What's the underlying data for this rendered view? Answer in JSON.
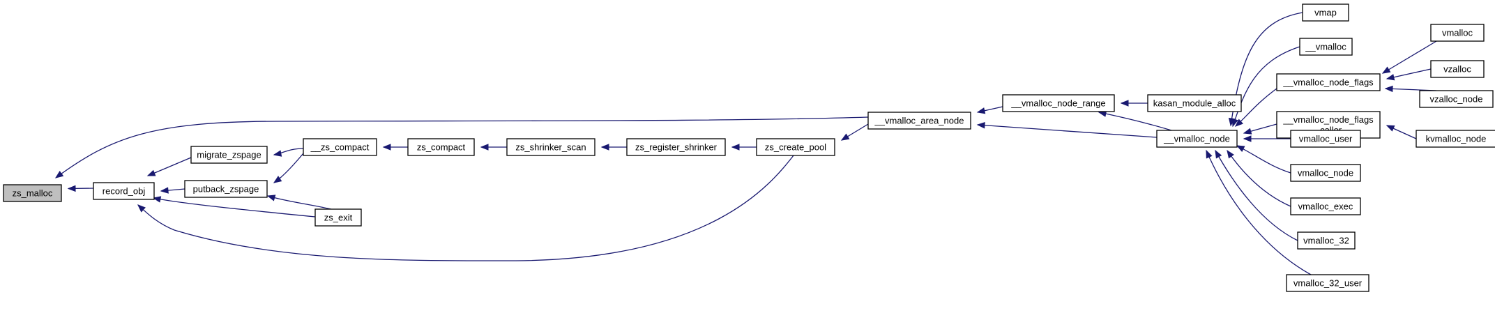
{
  "graph": {
    "root_node": "zs_malloc",
    "nodes": [
      {
        "id": "zs_malloc",
        "label": "zs_malloc",
        "root": true
      },
      {
        "id": "record_obj",
        "label": "record_obj"
      },
      {
        "id": "migrate_zspage",
        "label": "migrate_zspage"
      },
      {
        "id": "putback_zspage",
        "label": "putback_zspage"
      },
      {
        "id": "zs_exit",
        "label": "zs_exit"
      },
      {
        "id": "__zs_compact",
        "label": "__zs_compact"
      },
      {
        "id": "zs_compact",
        "label": "zs_compact"
      },
      {
        "id": "zs_shrinker_scan",
        "label": "zs_shrinker_scan"
      },
      {
        "id": "zs_register_shrinker",
        "label": "zs_register_shrinker"
      },
      {
        "id": "zs_create_pool",
        "label": "zs_create_pool"
      },
      {
        "id": "__vmalloc_area_node",
        "label": "__vmalloc_area_node"
      },
      {
        "id": "__vmalloc_node_range",
        "label": "__vmalloc_node_range"
      },
      {
        "id": "kasan_module_alloc",
        "label": "kasan_module_alloc"
      },
      {
        "id": "__vmalloc_node",
        "label": "__vmalloc_node"
      },
      {
        "id": "vmap",
        "label": "vmap"
      },
      {
        "id": "__vmalloc",
        "label": "__vmalloc"
      },
      {
        "id": "__vmalloc_node_flags",
        "label": "__vmalloc_node_flags"
      },
      {
        "id": "__vmalloc_node_flags_caller",
        "label": "__vmalloc_node_flags\n_caller"
      },
      {
        "id": "vmalloc_user",
        "label": "vmalloc_user"
      },
      {
        "id": "vmalloc_node",
        "label": "vmalloc_node"
      },
      {
        "id": "vmalloc_exec",
        "label": "vmalloc_exec"
      },
      {
        "id": "vmalloc_32",
        "label": "vmalloc_32"
      },
      {
        "id": "vmalloc_32_user",
        "label": "vmalloc_32_user"
      },
      {
        "id": "vmalloc",
        "label": "vmalloc"
      },
      {
        "id": "vzalloc",
        "label": "vzalloc"
      },
      {
        "id": "vzalloc_node",
        "label": "vzalloc_node"
      },
      {
        "id": "kvmalloc_node",
        "label": "kvmalloc_node"
      }
    ],
    "edges": [
      {
        "from": "record_obj",
        "to": "zs_malloc"
      },
      {
        "from": "__vmalloc_area_node",
        "to": "zs_malloc"
      },
      {
        "from": "migrate_zspage",
        "to": "record_obj"
      },
      {
        "from": "putback_zspage",
        "to": "record_obj"
      },
      {
        "from": "zs_exit",
        "to": "record_obj"
      },
      {
        "from": "zs_create_pool",
        "to": "record_obj"
      },
      {
        "from": "__zs_compact",
        "to": "migrate_zspage"
      },
      {
        "from": "__zs_compact",
        "to": "putback_zspage"
      },
      {
        "from": "zs_exit",
        "to": "putback_zspage"
      },
      {
        "from": "zs_compact",
        "to": "__zs_compact"
      },
      {
        "from": "zs_shrinker_scan",
        "to": "zs_compact"
      },
      {
        "from": "zs_register_shrinker",
        "to": "zs_shrinker_scan"
      },
      {
        "from": "zs_create_pool",
        "to": "zs_register_shrinker"
      },
      {
        "from": "__vmalloc_area_node",
        "to": "zs_create_pool"
      },
      {
        "from": "__vmalloc_node_range",
        "to": "__vmalloc_area_node"
      },
      {
        "from": "__vmalloc_node",
        "to": "__vmalloc_area_node"
      },
      {
        "from": "kasan_module_alloc",
        "to": "__vmalloc_node_range"
      },
      {
        "from": "__vmalloc_node",
        "to": "__vmalloc_node_range"
      },
      {
        "from": "vmap",
        "to": "__vmalloc_node"
      },
      {
        "from": "__vmalloc",
        "to": "__vmalloc_node"
      },
      {
        "from": "__vmalloc_node_flags",
        "to": "__vmalloc_node"
      },
      {
        "from": "__vmalloc_node_flags_caller",
        "to": "__vmalloc_node"
      },
      {
        "from": "vmalloc_user",
        "to": "__vmalloc_node"
      },
      {
        "from": "vmalloc_node",
        "to": "__vmalloc_node"
      },
      {
        "from": "vmalloc_exec",
        "to": "__vmalloc_node"
      },
      {
        "from": "vmalloc_32",
        "to": "__vmalloc_node"
      },
      {
        "from": "vmalloc_32_user",
        "to": "__vmalloc_node"
      },
      {
        "from": "vmalloc",
        "to": "__vmalloc_node_flags"
      },
      {
        "from": "vzalloc",
        "to": "__vmalloc_node_flags"
      },
      {
        "from": "vzalloc_node",
        "to": "__vmalloc_node_flags"
      },
      {
        "from": "kvmalloc_node",
        "to": "__vmalloc_node_flags_caller"
      }
    ]
  },
  "colors": {
    "edge": "#191970",
    "node_border": "#000000",
    "node_fill": "#ffffff",
    "root_fill": "#bfbfbf"
  }
}
